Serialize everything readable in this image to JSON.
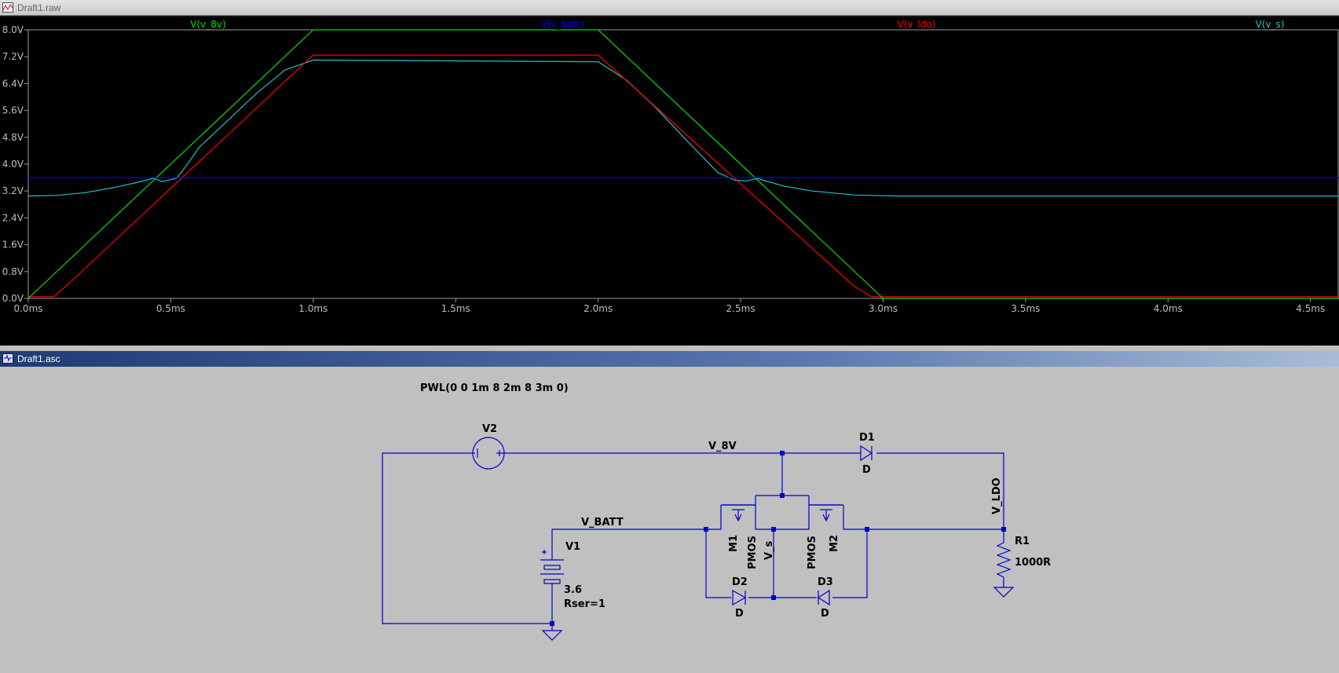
{
  "waveform_window": {
    "title": "Draft1.raw"
  },
  "schematic_window": {
    "title": "Draft1.asc"
  },
  "chart_data": {
    "type": "line",
    "xlabel": "",
    "ylabel": "",
    "xlim": [
      0,
      4.6
    ],
    "ylim": [
      0,
      8.0
    ],
    "x_ticks": [
      "0.0ms",
      "0.5ms",
      "1.0ms",
      "1.5ms",
      "2.0ms",
      "2.5ms",
      "3.0ms",
      "3.5ms",
      "4.0ms",
      "4.5ms"
    ],
    "y_ticks": [
      "0.0V",
      "0.8V",
      "1.6V",
      "2.4V",
      "3.2V",
      "4.0V",
      "4.8V",
      "5.6V",
      "6.4V",
      "7.2V",
      "8.0V"
    ],
    "background": "#000000",
    "grid": false,
    "series": [
      {
        "name": "V(v_8v)",
        "color": "#00e000",
        "x": [
          0,
          1.0,
          2.0,
          3.0,
          4.6
        ],
        "y": [
          0,
          8.0,
          8.0,
          0,
          0
        ]
      },
      {
        "name": "V(v_batt)",
        "color": "#0000ff",
        "x": [
          0,
          4.6
        ],
        "y": [
          3.6,
          3.6
        ]
      },
      {
        "name": "V(v_ldo)",
        "color": "#ff0000",
        "x": [
          0,
          0.09,
          0.15,
          1.0,
          2.0,
          2.9,
          2.96,
          3.0,
          4.6
        ],
        "y": [
          0.05,
          0.05,
          0.5,
          7.25,
          7.25,
          0.35,
          0.05,
          0.05,
          0.05
        ]
      },
      {
        "name": "V(v_s)",
        "color": "#20c0c0",
        "x": [
          0,
          0.1,
          0.2,
          0.3,
          0.38,
          0.44,
          0.47,
          0.52,
          0.55,
          0.6,
          0.7,
          0.8,
          0.9,
          1.0,
          2.0,
          2.1,
          2.2,
          2.3,
          2.42,
          2.48,
          2.52,
          2.56,
          2.58,
          2.65,
          2.75,
          2.9,
          3.05,
          3.3,
          4.6
        ],
        "y": [
          3.05,
          3.07,
          3.15,
          3.3,
          3.45,
          3.58,
          3.48,
          3.58,
          3.9,
          4.5,
          5.3,
          6.1,
          6.8,
          7.1,
          7.05,
          6.5,
          5.7,
          4.8,
          3.75,
          3.52,
          3.5,
          3.58,
          3.52,
          3.35,
          3.2,
          3.08,
          3.05,
          3.05,
          3.05
        ]
      }
    ]
  },
  "schematic": {
    "pwl_directive": "PWL(0 0 1m 8 2m 8 3m 0)",
    "net_v8v": "V_8V",
    "net_vbatt": "V_BATT",
    "net_vldo": "V_LDO",
    "net_vs": "V_s",
    "v2_name": "V2",
    "v1_name": "V1",
    "v1_value": "3.6",
    "v1_rser": "Rser=1",
    "d1_name": "D1",
    "d1_model": "D",
    "d2_name": "D2",
    "d2_model": "D",
    "d3_name": "D3",
    "d3_model": "D",
    "m1_name": "M1",
    "m1_model": "PMOS",
    "m2_name": "M2",
    "m2_model": "PMOS",
    "r1_name": "R1",
    "r1_value": "1000R",
    "wire_color": "#0000cc"
  }
}
